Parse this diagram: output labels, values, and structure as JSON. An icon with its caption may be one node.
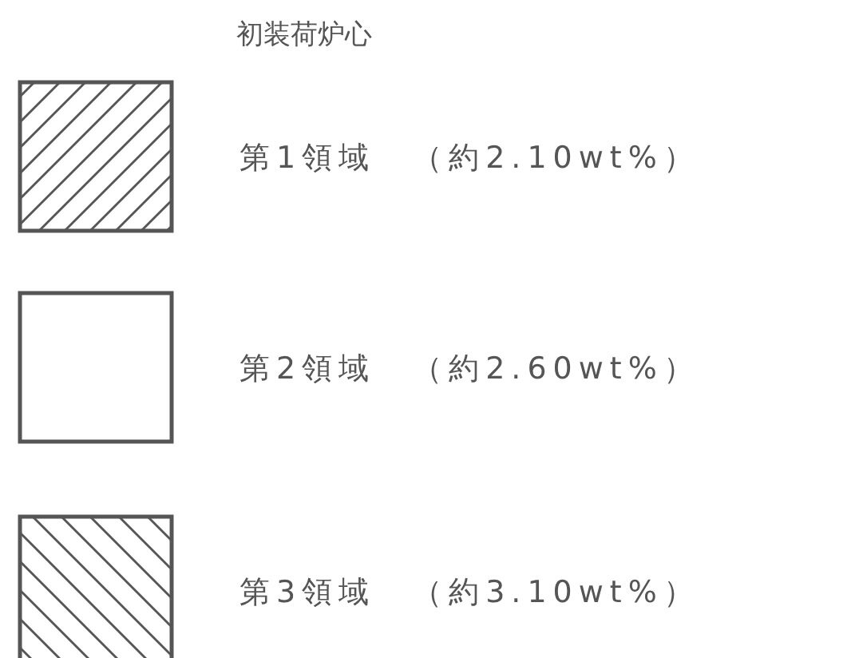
{
  "diagram": {
    "title": "初装荷炉心",
    "legend": [
      {
        "text": "第1領域　（約2.10wt%）"
      },
      {
        "text": "第2領域　（約2.60wt%）"
      },
      {
        "text": "第3領域　（約3.10wt%）"
      }
    ]
  }
}
